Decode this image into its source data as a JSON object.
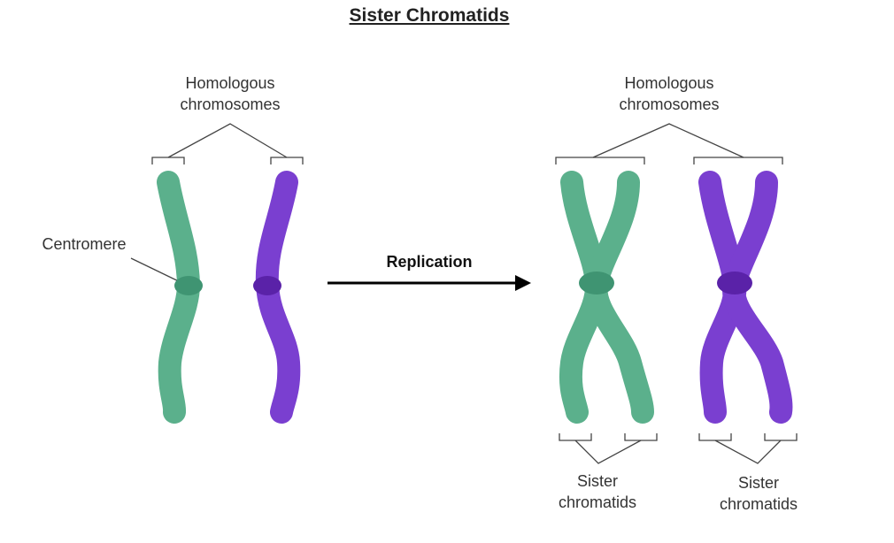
{
  "title": "Sister Chromatids",
  "labels": {
    "homologous_left": [
      "Homologous",
      "chromosomes"
    ],
    "homologous_right": [
      "Homologous",
      "chromosomes"
    ],
    "centromere": "Centromere",
    "replication": "Replication",
    "sister_left": [
      "Sister",
      "chromatids"
    ],
    "sister_right": [
      "Sister",
      "chromatids"
    ]
  },
  "colors": {
    "green": "#5bb08c",
    "green_dark": "#3f9472",
    "purple": "#7a3fd0",
    "purple_dark": "#5a22a8",
    "line": "#444444",
    "arrow": "#000000"
  }
}
